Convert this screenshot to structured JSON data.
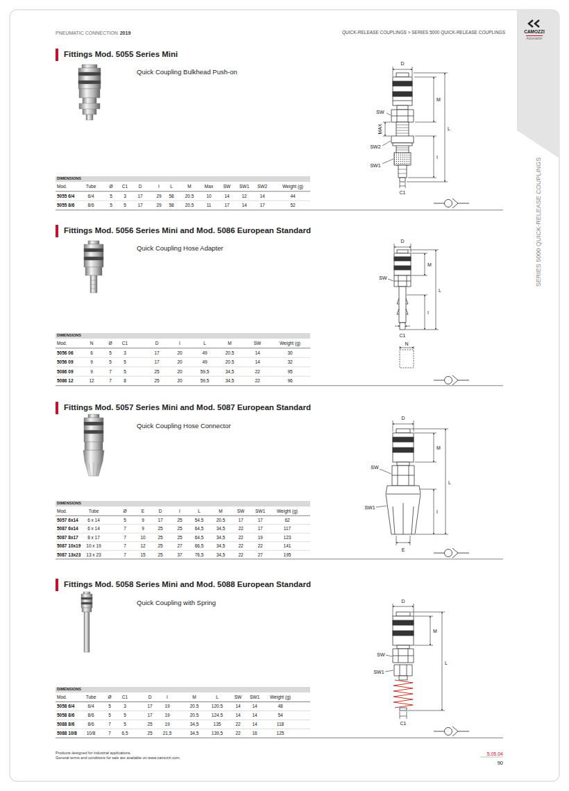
{
  "diagram": {
    "labels": [
      "PNEUMATIC CONNECTION",
      "2019",
      "QUICK-RELEASE COUPLINGS > SERIES 5000 QUICK-RELEASE COUPLINGS",
      "CAMOZZI",
      "Automation",
      "SERIES 5000 QUICK-RELEASE COUPLINGS",
      "Fittings Mod. 5055 Series Mini",
      "Quick Coupling Bulkhead Push-on",
      "D",
      "M",
      "L",
      "I",
      "MAX",
      "SW",
      "SW2",
      "SW1",
      "C1",
      "DIMENSIONS",
      "Mod.",
      "Tube",
      "Ø",
      "C1",
      "D",
      "I",
      "L",
      "M",
      "Max",
      "SW",
      "SW1",
      "SW2",
      "Weight (g)",
      "5055 6/4",
      "6/4",
      "5",
      "3",
      "17",
      "29",
      "58",
      "20.5",
      "10",
      "14",
      "12",
      "14",
      "44",
      "5055 8/6",
      "8/6",
      "5",
      "5",
      "17",
      "29",
      "58",
      "20.5",
      "11",
      "17",
      "14",
      "17",
      "52",
      "Fittings Mod. 5056 Series Mini and Mod. 5086 European Standard",
      "Quick Coupling Hose Adapter",
      "D",
      "M",
      "L",
      "I",
      "SW",
      "C1",
      "N",
      "DIMENSIONS",
      "Mod.",
      "N",
      "Ø",
      "C1",
      "D",
      "I",
      "L",
      "M",
      "SW",
      "Weight (g)",
      "5056 06",
      "6",
      "5",
      "3",
      "17",
      "20",
      "49",
      "20.5",
      "14",
      "30",
      "5056 09",
      "9",
      "5",
      "5",
      "17",
      "20",
      "49",
      "20.5",
      "14",
      "32",
      "5086 09",
      "9",
      "7",
      "5",
      "25",
      "20",
      "59,5",
      "34,5",
      "22",
      "95",
      "5086 12",
      "12",
      "7",
      "8",
      "25",
      "20",
      "59,5",
      "34,5",
      "22",
      "96",
      "Fittings Mod. 5057 Series Mini and Mod. 5087 European Standard",
      "Quick Coupling Hose Connector",
      "D",
      "M",
      "L",
      "I",
      "SW",
      "SW1",
      "E",
      "DIMENSIONS",
      "Mod.",
      "Tube",
      "Ø",
      "E",
      "D",
      "I",
      "L",
      "M",
      "SW",
      "SW1",
      "Weight (g)",
      "5057 6x14",
      "6 x 14",
      "5",
      "9",
      "17",
      "25",
      "54.5",
      "20.5",
      "17",
      "17",
      "62",
      "5087 6x14",
      "6 x 14",
      "7",
      "9",
      "25",
      "25",
      "64,5",
      "34,5",
      "22",
      "17",
      "117",
      "5087 8x17",
      "8 x 17",
      "7",
      "10",
      "25",
      "25",
      "64,5",
      "34,5",
      "22",
      "19",
      "123",
      "5087 10x19",
      "10 x 19",
      "7",
      "12",
      "25",
      "27",
      "66,5",
      "34,5",
      "22",
      "22",
      "141",
      "5087 13x23",
      "13 x 23",
      "7",
      "15",
      "25",
      "37",
      "76,5",
      "34,5",
      "22",
      "27",
      "195",
      "Fittings Mod. 5058 Series Mini and Mod. 5088 European Standard",
      "Quick Coupling with Spring",
      "D",
      "M",
      "L",
      "SW",
      "SW1",
      "C1",
      "DIMENSIONS",
      "Mod.",
      "Tube",
      "Ø",
      "C1",
      "D",
      "I",
      "M",
      "L",
      "SW",
      "SW1",
      "Weight (g)",
      "5058 6/4",
      "6/4",
      "5",
      "3",
      "17",
      "19",
      "20.5",
      "120.5",
      "14",
      "14",
      "48",
      "5058 8/6",
      "8/6",
      "5",
      "5",
      "17",
      "19",
      "20.5",
      "124.5",
      "14",
      "14",
      "54",
      "5088 8/6",
      "8/6",
      "7",
      "5",
      "25",
      "19",
      "34,5",
      "135",
      "22",
      "14",
      "118",
      "5088 10/8",
      "10/8",
      "7",
      "6,5",
      "25",
      "21,5",
      "34,5",
      "139,5",
      "22",
      "16",
      "125",
      "Products designed for industrial applications.",
      "General terms and conditions for sale are available on www.camozzi.com.",
      "5.05.04",
      "90"
    ]
  }
}
